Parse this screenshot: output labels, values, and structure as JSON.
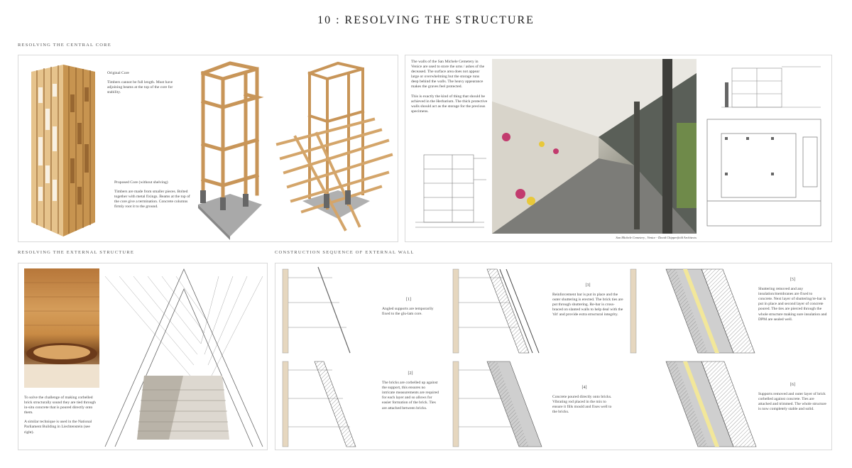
{
  "title": "10 : RESOLVING THE STRUCTURE",
  "sections": {
    "central_core": "RESOLVING THE CENTRAL CORE",
    "external_structure": "RESOLVING THE EXTERNAL STRUCTURE",
    "construction_sequence": "CONSTRUCTION SEQUENCE OF EXTERNAL WALL"
  },
  "core": {
    "original_heading": "Original Core",
    "original_text": "Timbers cannot be full length. Must have adjoining beams at the top of the core for stability.",
    "proposed_heading": "Proposed Core (without shelving)",
    "proposed_text": "Timbers are made from smaller pieces. Bolted together with metal fixings. Beams at the top of the core give a termination. Concrete columns firmly root it to the ground."
  },
  "cemetery": {
    "text1": "The walls of the San Michele Cemetery in Venice are used to store the urns / ashes of the deceased. The surface area does not appear large or overwhelming but the storage runs deep behind the walls. The heavy appearance makes the graves feel protected.",
    "text2": "This is exactly the kind of thing that should be achieved in the Herbarium. The thick protective walls should act as the storage for the precious specimens.",
    "caption": "San Michele Cemetery , Venice - David Chipperfield Architects"
  },
  "external": {
    "text1": "To solve the challenge of making corbelled brick structurally sound they are tied through in-situ concrete that is poured directly onto them.",
    "text2": "A similar technique is used in the National Parliament Building in Liechtenstein (see right)."
  },
  "steps": [
    {
      "num": "[1]",
      "text": "Angled supports are temporarily fixed to the glu-lam core."
    },
    {
      "num": "[2]",
      "text": "The bricks are corbelled up against the support, this ensures no intricate measurements are required for each layer and so allows for easier formation of the brick. Ties are attached between bricks."
    },
    {
      "num": "[3]",
      "text": "Reinforcement bar is put in place and the outer shuttering is erected. The brick ties are put through shuttering. Re-bar is cross-braced on slanted walls to help deal with the 'tilt' and provide extra structural integrity."
    },
    {
      "num": "[4]",
      "text": "Concrete poured directly onto bricks. Vibrating rod placed in the mix to ensure it fills mould and fixes well to the bricks."
    },
    {
      "num": "[5]",
      "text": "Shuttering removed and any insulation/membranes are fixed to concrete. Next layer of shuttering/re-bar is put in place and second layer of concrete poured. The ties are pierced through the whole structure making sure insulation and DPM are sealed well."
    },
    {
      "num": "[6]",
      "text": "Supports removed and outer layer of brick corbelled against concrete. Ties are attached and trimmed. The whole structure is now completely stable and solid."
    }
  ]
}
